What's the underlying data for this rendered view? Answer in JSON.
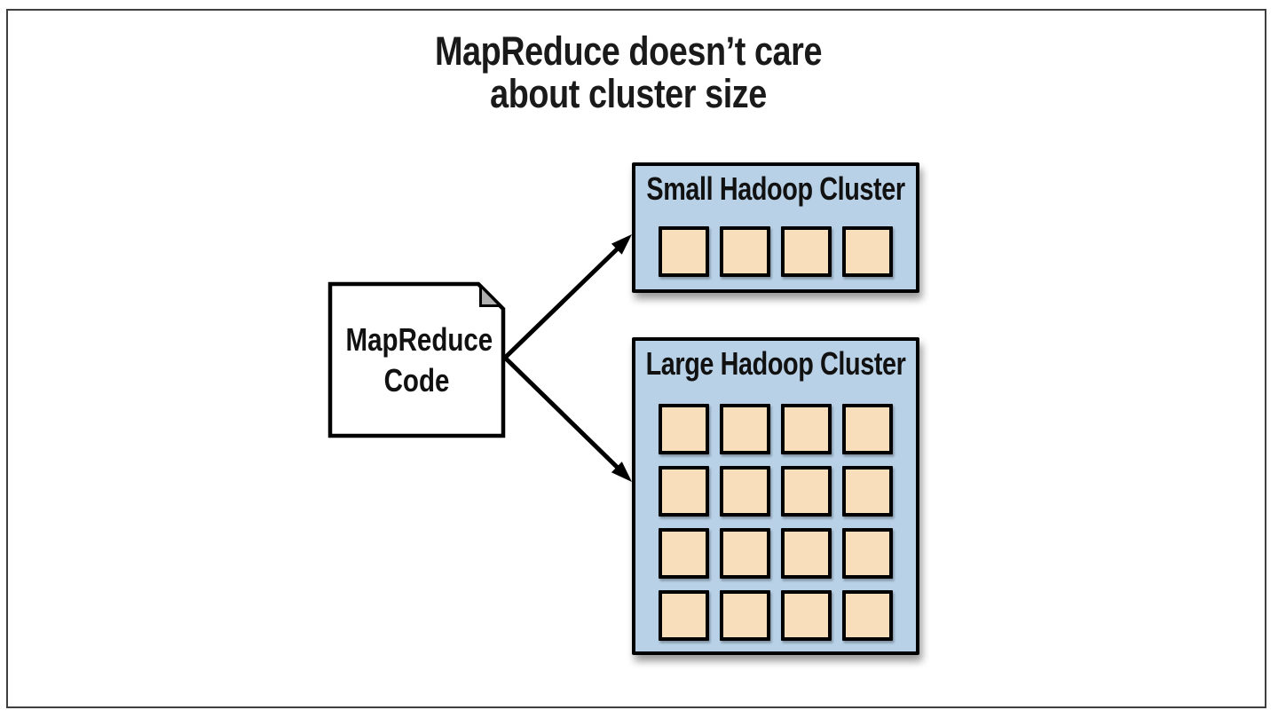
{
  "diagram": {
    "title_line1": "MapReduce doesn’t care",
    "title_line2": "about cluster size",
    "document": {
      "label_line1": "MapReduce",
      "label_line2": "Code"
    },
    "small_cluster": {
      "label": "Small Hadoop Cluster",
      "node_count": 4,
      "columns": 4
    },
    "large_cluster": {
      "label": "Large Hadoop Cluster",
      "node_count": 16,
      "columns": 4
    }
  },
  "colors": {
    "cluster_fill": "#b8d1e7",
    "node_fill": "#f8deba",
    "document_fill": "#ffffff",
    "fold_fill": "#b0b0b0",
    "outline": "#000000",
    "frame_border": "#3f3f3f",
    "title_text": "#1a1a1a"
  }
}
